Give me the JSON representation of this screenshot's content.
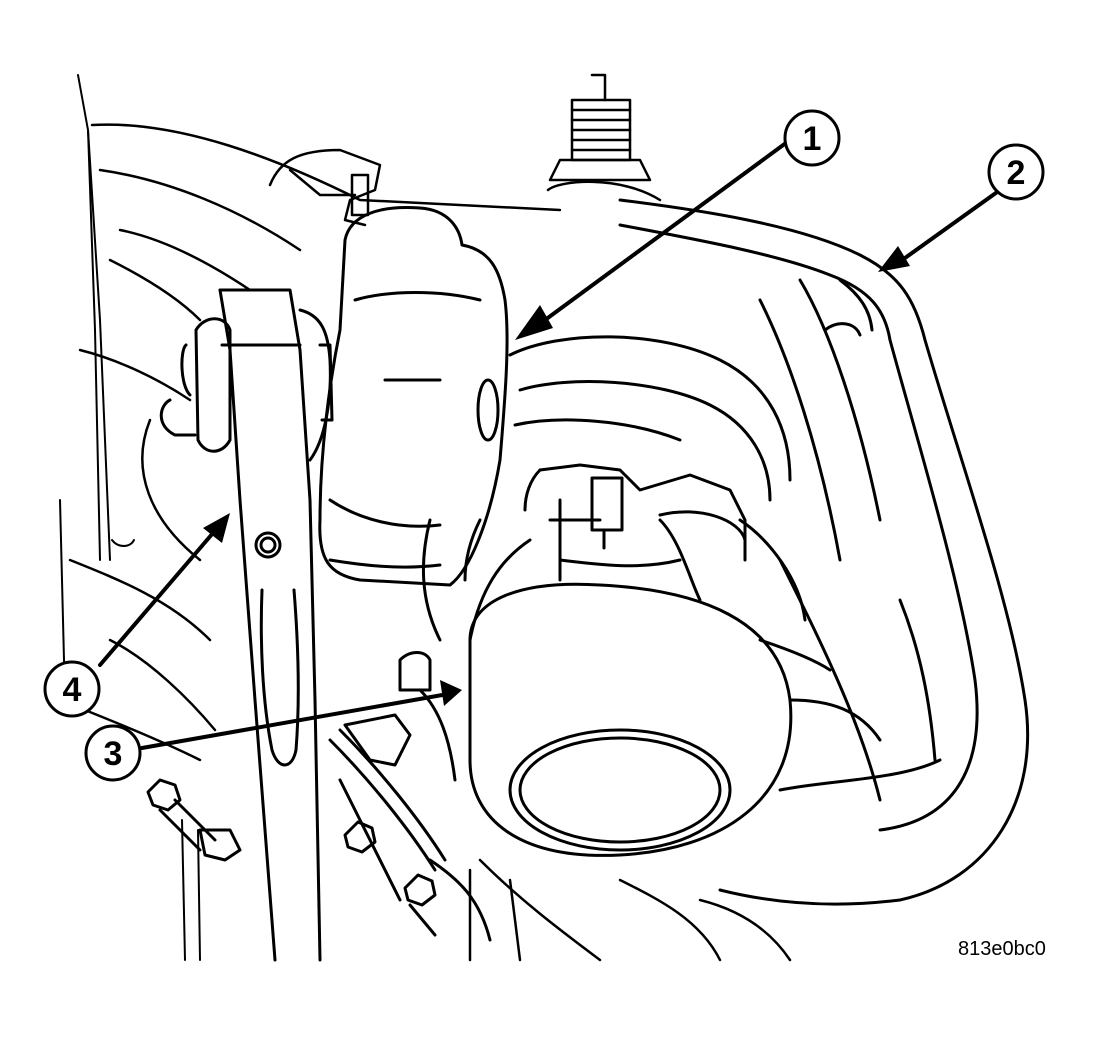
{
  "figure": {
    "id_label": "813e0bc0",
    "callouts": [
      {
        "number": "1"
      },
      {
        "number": "2"
      },
      {
        "number": "3"
      },
      {
        "number": "4"
      }
    ]
  },
  "colors": {
    "ink": "#000000",
    "paper": "#ffffff"
  }
}
